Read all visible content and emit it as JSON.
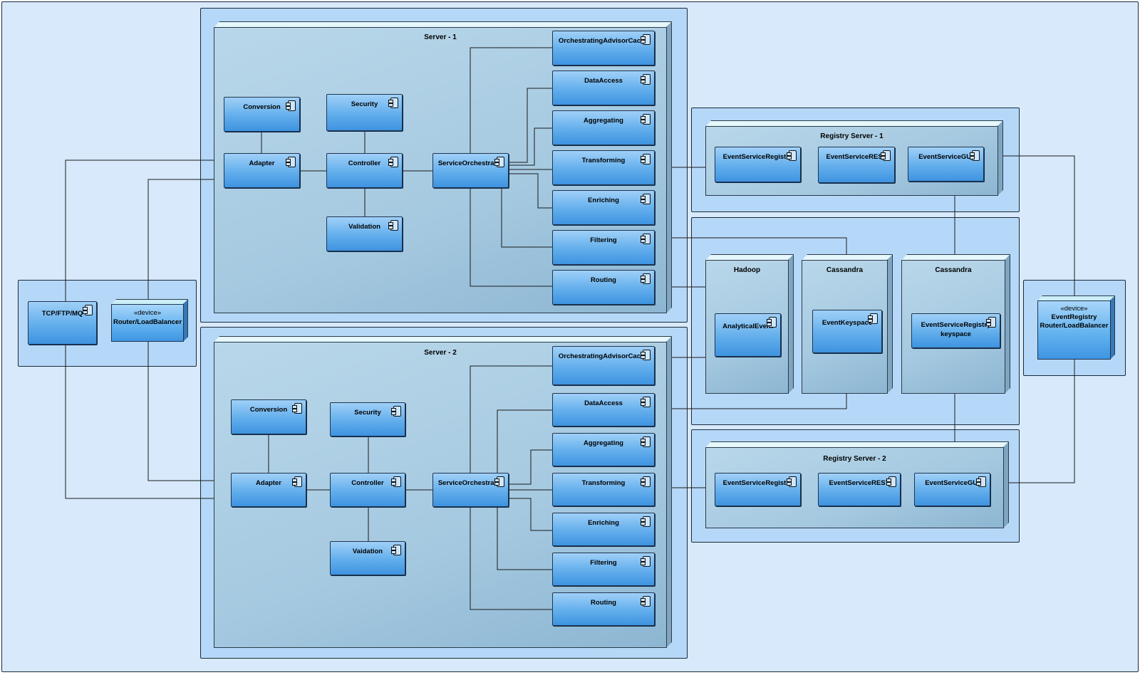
{
  "diagram": {
    "server1": {
      "title": "Server - 1",
      "conversion": "Conversion",
      "security": "Security",
      "adapter": "Adapter",
      "controller": "Controller",
      "validation": "Validation",
      "orchestrator": "ServiceOrchestrator",
      "cache": "OrchestratingAdvisorCache",
      "data_access": "DataAccess",
      "aggregating": "Aggregating",
      "transforming": "Transforming",
      "enriching": "Enriching",
      "filtering": "Filtering",
      "routing": "Routing"
    },
    "server2": {
      "title": "Server - 2",
      "conversion": "Conversion",
      "security": "Security",
      "adapter": "Adapter",
      "controller": "Controller",
      "validation": "Vaidation",
      "orchestrator": "ServiceOrchestrator",
      "cache": "OrchestratingAdvisorCache",
      "data_access": "DataAccess",
      "aggregating": "Aggregating",
      "transforming": "Transforming",
      "enriching": "Enriching",
      "filtering": "Filtering",
      "routing": "Routing"
    },
    "client": {
      "protocol": "TCP/FTP/MQ",
      "router_stereotype": "«device»",
      "router_name": "Router/LoadBalancer"
    },
    "registry1": {
      "title": "Registry Server - 1",
      "registry": "EventServiceRegistry",
      "rest": "EventServiceREST",
      "gui": "EventServiceGUI"
    },
    "registry2": {
      "title": "Registry Server - 2",
      "registry": "EventServiceRegistry",
      "rest": "EventServiceREST",
      "gui": "EventServiceGUI"
    },
    "storage": {
      "hadoop": "Hadoop",
      "analytical_event": "AnalyticalEvent",
      "cassandra1": "Cassandra",
      "event_keyspace": "EventKeyspace",
      "cassandra2": "Cassandra",
      "registry_keyspace_1": "EventServiceRegistry",
      "registry_keyspace_2": "keyspace"
    },
    "event_router": {
      "stereotype": "«device»",
      "line1": "EventRegistry",
      "line2": "Router/LoadBalancer"
    }
  }
}
